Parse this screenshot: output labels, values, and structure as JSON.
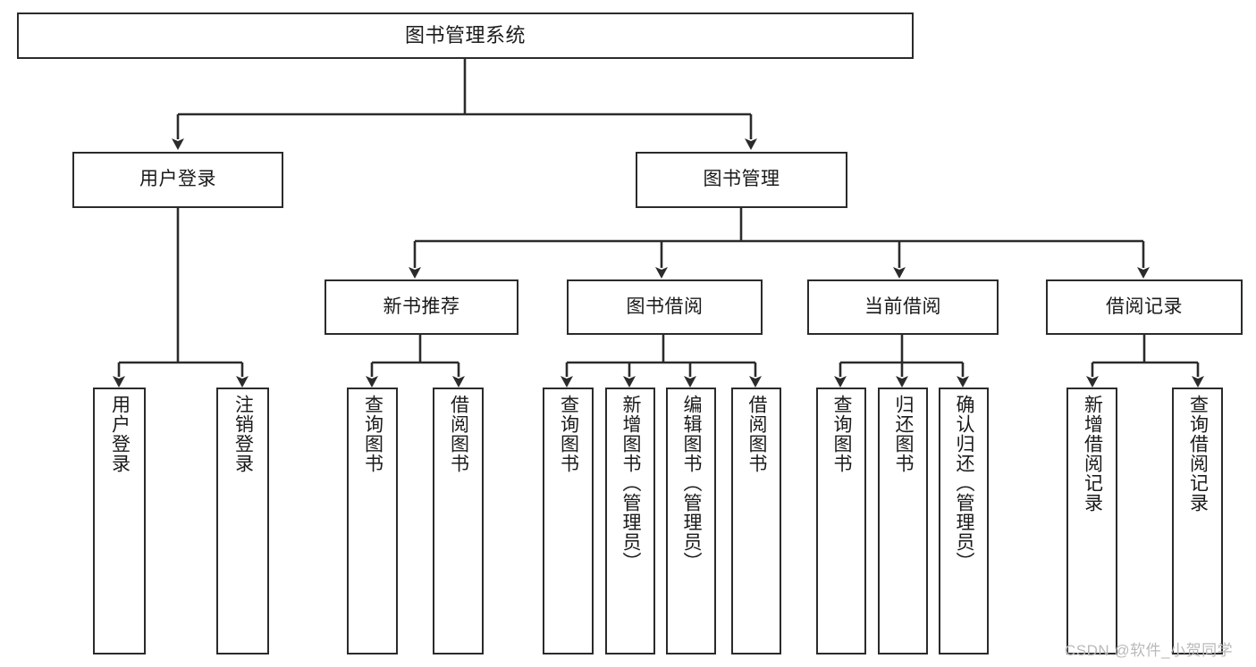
{
  "diagram": {
    "title": "图书管理系统",
    "type": "tree-hierarchy-diagram",
    "colors": {
      "box_border": "#2b2b2b",
      "box_fill": "#ffffff",
      "connector": "#2b2b2b",
      "text": "#1a1a1a",
      "watermark": "#b9b9b9",
      "background": "#ffffff"
    },
    "nodes": {
      "root": {
        "label": "图书管理系统"
      },
      "level2": [
        {
          "label": "用户登录"
        },
        {
          "label": "图书管理"
        }
      ],
      "level3": [
        {
          "label": "新书推荐"
        },
        {
          "label": "图书借阅"
        },
        {
          "label": "当前借阅"
        },
        {
          "label": "借阅记录"
        }
      ],
      "leaves": {
        "user_login": [
          {
            "label": "用户登录"
          },
          {
            "label": "注销登录"
          }
        ],
        "new_book_recommend": [
          {
            "label": "查询图书"
          },
          {
            "label": "借阅图书"
          }
        ],
        "book_borrow": [
          {
            "label": "查询图书"
          },
          {
            "label": "新增图书（管理员）"
          },
          {
            "label": "编辑图书（管理员）"
          },
          {
            "label": "借阅图书"
          }
        ],
        "current_borrow": [
          {
            "label": "查询图书"
          },
          {
            "label": "归还图书"
          },
          {
            "label": "确认归还（管理员）"
          }
        ],
        "borrow_record": [
          {
            "label": "新增借阅记录"
          },
          {
            "label": "查询借阅记录"
          }
        ]
      }
    }
  },
  "watermark": {
    "text": "CSDN @软件_小贺同学"
  }
}
